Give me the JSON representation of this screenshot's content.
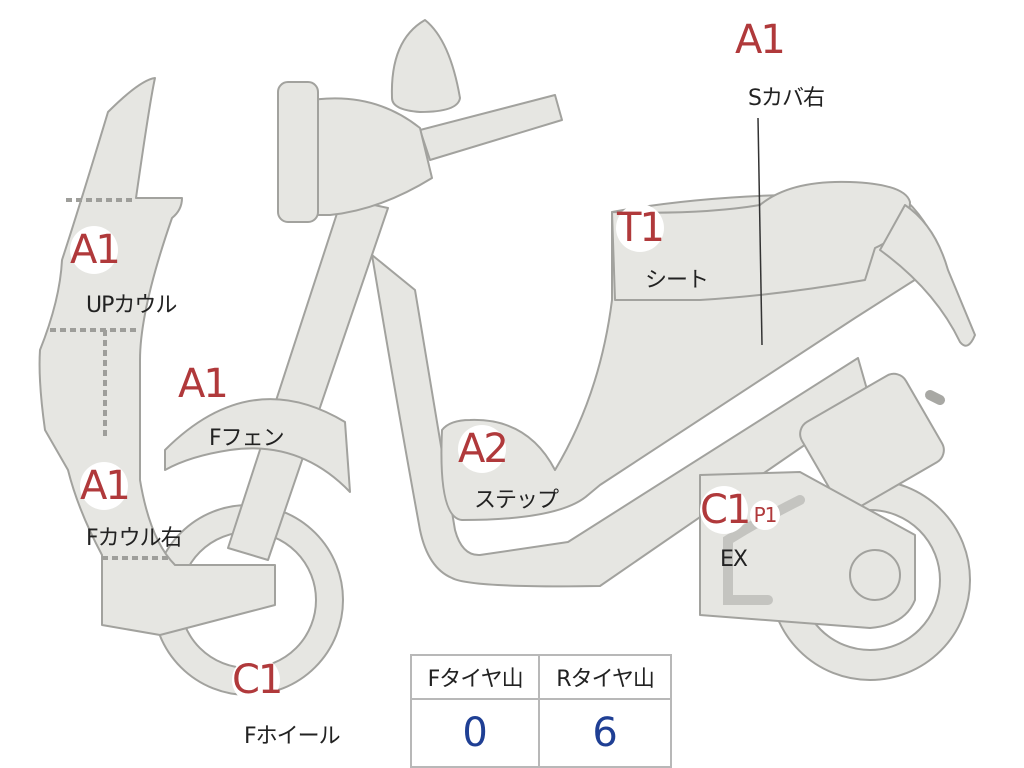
{
  "diagram": {
    "labels": [
      {
        "id": "s-cover-right",
        "code": "A1",
        "part": "Sカバ右"
      },
      {
        "id": "seat",
        "code": "T1",
        "part": "シート"
      },
      {
        "id": "up-cowl",
        "code": "A1",
        "part": "UPカウル"
      },
      {
        "id": "front-fender",
        "code": "A1",
        "part": "Fフェン"
      },
      {
        "id": "step",
        "code": "A2",
        "part": "ステップ"
      },
      {
        "id": "front-cowl-right",
        "code": "A1",
        "part": "Fカウル右"
      },
      {
        "id": "exhaust",
        "code": "C1",
        "extra_code": "P1",
        "part": "EX"
      },
      {
        "id": "front-wheel",
        "code": "C1",
        "part": "Fホイール"
      }
    ]
  },
  "tire_table": {
    "headers": [
      "Fタイヤ山",
      "Rタイヤ山"
    ],
    "values": [
      "0",
      "6"
    ]
  },
  "colors": {
    "body_fill": "#e6e6e2",
    "outline": "#9e9e9a",
    "code_text": "#b0393b",
    "value_text": "#1f3f94"
  }
}
